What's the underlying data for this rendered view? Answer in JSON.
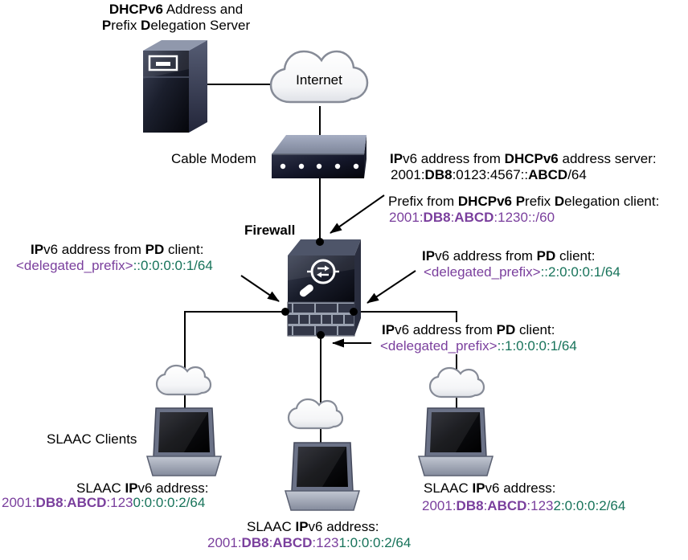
{
  "colors": {
    "purple": "#7A3F9D",
    "green": "#17735A",
    "line": "#000000"
  },
  "icons": {
    "server": "server-tower-icon",
    "internet": "internet-cloud-icon",
    "cable_modem": "cable-modem-icon",
    "firewall": "firewall-brick-icon",
    "lan": "cloud-icon",
    "client": "laptop-icon"
  },
  "labels": {
    "server": {
      "line1": [
        {
          "t": "DHCPv6",
          "b": 1
        },
        {
          "t": " Address and"
        }
      ],
      "line2": [
        {
          "t": "P",
          "b": 1
        },
        {
          "t": "refix "
        },
        {
          "t": "D",
          "b": 1
        },
        {
          "t": "elegation Server"
        }
      ]
    },
    "internet": "Internet",
    "cable_modem": "Cable Modem",
    "firewall": "Firewall",
    "slaac_clients": "SLAAC Clients"
  },
  "annotations": {
    "dhcp_address": {
      "line1": [
        {
          "t": "IP",
          "b": 1
        },
        {
          "t": "v6 address from "
        },
        {
          "t": "DHCPv6",
          "b": 1
        },
        {
          "t": " address server:"
        }
      ],
      "line2": [
        {
          "t": "2001:"
        },
        {
          "t": "DB8",
          "b": 1
        },
        {
          "t": ":0123:4567::"
        },
        {
          "t": "ABCD",
          "b": 1
        },
        {
          "t": "/64"
        }
      ]
    },
    "pd_prefix": {
      "line1": [
        {
          "t": "Prefix from "
        },
        {
          "t": "DHCPv6 P",
          "b": 1
        },
        {
          "t": "refix "
        },
        {
          "t": "D",
          "b": 1
        },
        {
          "t": "elegation client:"
        }
      ],
      "line2": [
        {
          "t": "2001:",
          "c": "purple"
        },
        {
          "t": "DB8",
          "b": 1,
          "c": "purple"
        },
        {
          "t": ":",
          "c": "purple"
        },
        {
          "t": "ABCD",
          "b": 1,
          "c": "purple"
        },
        {
          "t": ":1230::/60",
          "c": "purple"
        }
      ]
    },
    "pd_left": {
      "line1": [
        {
          "t": "IP",
          "b": 1
        },
        {
          "t": "v6 address from "
        },
        {
          "t": "PD",
          "b": 1
        },
        {
          "t": " client:"
        }
      ],
      "line2": [
        {
          "t": "<delegated_prefix>",
          "c": "purple"
        },
        {
          "t": "::0:0:0:0:1/64",
          "c": "green"
        }
      ]
    },
    "pd_right": {
      "line1": [
        {
          "t": "IP",
          "b": 1
        },
        {
          "t": "v6 address from "
        },
        {
          "t": "PD",
          "b": 1
        },
        {
          "t": " client:"
        }
      ],
      "line2": [
        {
          "t": "<delegated_prefix>",
          "c": "purple"
        },
        {
          "t": "::2:0:0:0:1/64",
          "c": "green"
        }
      ]
    },
    "pd_middle": {
      "line1": [
        {
          "t": "IP",
          "b": 1
        },
        {
          "t": "v6 address from "
        },
        {
          "t": "PD",
          "b": 1
        },
        {
          "t": " client:"
        }
      ],
      "line2": [
        {
          "t": "<delegated_prefix>",
          "c": "purple"
        },
        {
          "t": "::1:0:0:0:1/64",
          "c": "green"
        }
      ]
    },
    "slaac_left": {
      "line1": [
        {
          "t": "SLAAC "
        },
        {
          "t": "IP",
          "b": 1
        },
        {
          "t": "v6 address:"
        }
      ],
      "line2": [
        {
          "t": "2001:",
          "c": "purple"
        },
        {
          "t": "DB8",
          "b": 1,
          "c": "purple"
        },
        {
          "t": ":",
          "c": "purple"
        },
        {
          "t": "ABCD",
          "b": 1,
          "c": "purple"
        },
        {
          "t": ":123",
          "c": "purple"
        },
        {
          "t": "0:0:0:0:2/64",
          "c": "green"
        }
      ]
    },
    "slaac_middle": {
      "line1": [
        {
          "t": "SLAAC "
        },
        {
          "t": "IP",
          "b": 1
        },
        {
          "t": "v6 address:"
        }
      ],
      "line2": [
        {
          "t": "2001:",
          "c": "purple"
        },
        {
          "t": "DB8",
          "b": 1,
          "c": "purple"
        },
        {
          "t": ":",
          "c": "purple"
        },
        {
          "t": "ABCD",
          "b": 1,
          "c": "purple"
        },
        {
          "t": ":123",
          "c": "purple"
        },
        {
          "t": "1:0:0:0:2/64",
          "c": "green"
        }
      ]
    },
    "slaac_right": {
      "line1": [
        {
          "t": "SLAAC "
        },
        {
          "t": "IP",
          "b": 1
        },
        {
          "t": "v6 address:"
        }
      ],
      "line2": [
        {
          "t": "2001:",
          "c": "purple"
        },
        {
          "t": "DB8",
          "b": 1,
          "c": "purple"
        },
        {
          "t": ":",
          "c": "purple"
        },
        {
          "t": "ABCD",
          "b": 1,
          "c": "purple"
        },
        {
          "t": ":123",
          "c": "purple"
        },
        {
          "t": "2:0:0:0:2/64",
          "c": "green"
        }
      ]
    }
  }
}
